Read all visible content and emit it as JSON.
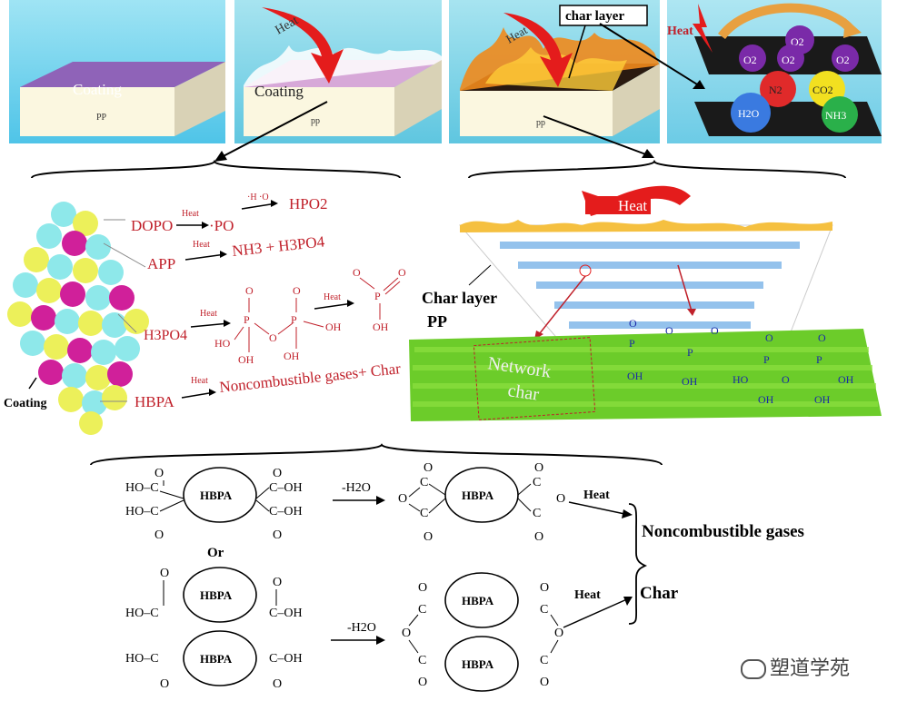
{
  "top_panels": {
    "panel1": {
      "coating_label": "Coating",
      "substrate_label": "PP"
    },
    "panel2": {
      "heat_label": "Heat",
      "coating_label": "Coating",
      "substrate_label": "pp"
    },
    "panel3": {
      "heat_label": "Heat",
      "char_layer_label": "char layer",
      "substrate_label": "pp"
    },
    "panel4": {
      "heat_label": "Heat",
      "gases": [
        "O2",
        "O2",
        "O2",
        "O2",
        "N2",
        "CO2",
        "H2O",
        "NH3"
      ]
    }
  },
  "left_mechanism": {
    "coating_label": "Coating",
    "rows": [
      {
        "reactant": "DOPO",
        "arrow_label": "Heat",
        "product": "·PO",
        "arrow2_label": "·H  ·O",
        "final": "HPO2"
      },
      {
        "reactant": "APP",
        "arrow_label": "Heat",
        "product": "NH3 + H3PO4"
      },
      {
        "reactant": "H3PO4",
        "arrow_label": "Heat",
        "arrow2_label": "Heat"
      },
      {
        "reactant": "HBPA",
        "arrow_label": "Heat",
        "product": "Noncombustible gases+ Char"
      }
    ],
    "struct_atoms": {
      "P": "P",
      "O": "O",
      "OH": "OH",
      "HO": "HO"
    }
  },
  "right_mechanism": {
    "heat_label": "Heat",
    "char_layer_label": "Char layer",
    "pp_label": "PP",
    "network_char_label": [
      "Network",
      "char"
    ]
  },
  "bottom_reaction": {
    "hbpa": "HBPA",
    "or_label": "Or",
    "dehydration": "-H2O",
    "heat_label": "Heat",
    "products": [
      "Noncombustible gases",
      "Char"
    ],
    "groups": {
      "hooc_left": "HO–C",
      "cooh_right": "C–OH",
      "O": "O"
    }
  },
  "watermark": "塑道学苑"
}
